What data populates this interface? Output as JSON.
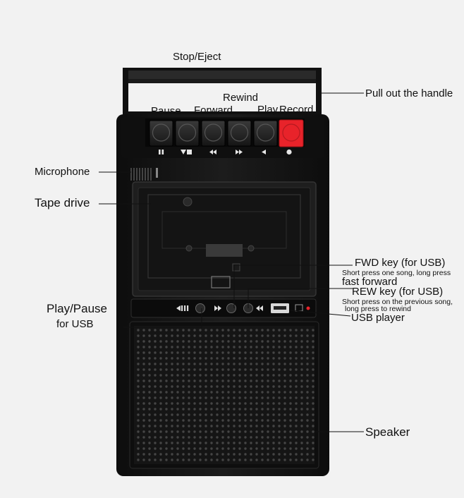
{
  "labels": {
    "stop_eject": "Stop/Eject",
    "rewind": "Rewind",
    "pause": "Pause",
    "forward": "Forward",
    "play": "Play",
    "record": "Record",
    "pull_handle": "Pull out the handle",
    "microphone": "Microphone",
    "tape_drive": "Tape drive",
    "fwd_key_title": "FWD key (for USB)",
    "fwd_key_desc_1": "Short press one song, long press",
    "fwd_key_desc_2": "fast forward",
    "rew_key_title": "REW key (for USB)",
    "rew_key_desc_1": "Short press on the previous song,",
    "rew_key_desc_2": "long press to rewind",
    "usb_player": "USB player",
    "play_pause_1": "Play/Pause",
    "play_pause_2": "for USB",
    "speaker": "Speaker"
  },
  "colors": {
    "background": "#f2f2f2",
    "body": "#141414",
    "record_button": "#e8232a"
  },
  "icons": [
    "pause-icon",
    "stop-eject-icon",
    "rewind-icon",
    "fast-forward-icon",
    "play-icon",
    "record-icon",
    "usb-port-icon"
  ]
}
